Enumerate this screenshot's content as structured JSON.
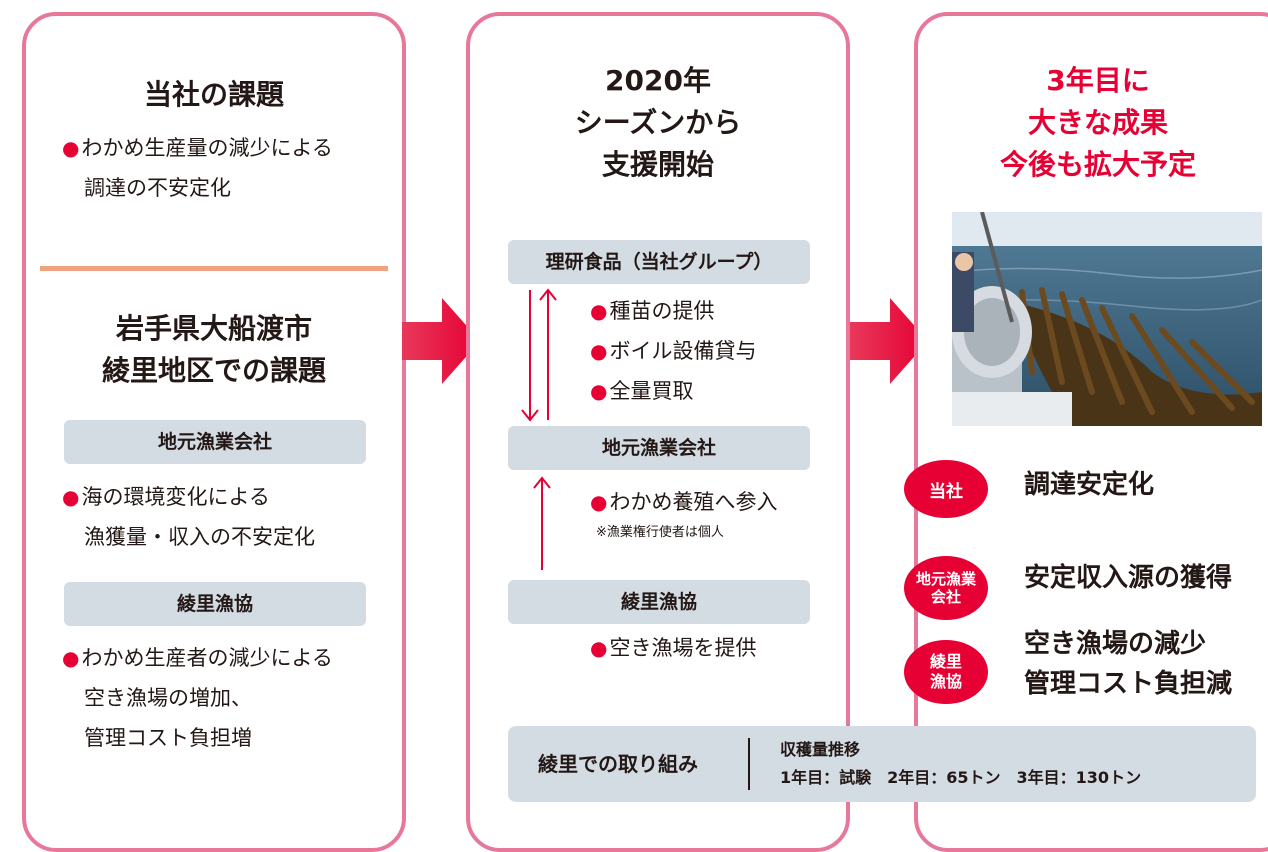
{
  "panel1": {
    "company_title": "当社の課題",
    "company_bullet_line1": "わかめ生産量の減少による",
    "company_bullet_line2": "調達の不安定化",
    "region_title_line1": "岩手県大船渡市",
    "region_title_line2": "綾里地区での課題",
    "fishery_company_label": "地元漁業会社",
    "fishery_bullet_line1": "海の環境変化による",
    "fishery_bullet_line2": "漁獲量・収入の不安定化",
    "coop_label": "綾里漁協",
    "coop_bullet_line1": "わかめ生産者の減少による",
    "coop_bullet_line2": "空き漁場の増加、",
    "coop_bullet_line3": "管理コスト負担増"
  },
  "panel2": {
    "title_line1": "2020年",
    "title_line2": "シーズンから",
    "title_line3": "支援開始",
    "group_label": "理研食品（当社グループ）",
    "group_items": [
      "種苗の提供",
      "ボイル設備貸与",
      "全量買取"
    ],
    "fishery_company_label": "地元漁業会社",
    "fishery_item": "わかめ養殖へ参入",
    "fishery_note": "※漁業権行使者は個人",
    "coop_label": "綾里漁協",
    "coop_item": "空き漁場を提供"
  },
  "panel3": {
    "title_line1": "3年目に",
    "title_line2": "大きな成果",
    "title_line3": "今後も拡大予定",
    "benefits": [
      {
        "badge_line1": "当社",
        "badge_line2": "",
        "text_line1": "調達安定化",
        "text_line2": ""
      },
      {
        "badge_line1": "地元漁業",
        "badge_line2": "会社",
        "text_line1": "安定収入源の獲得",
        "text_line2": ""
      },
      {
        "badge_line1": "綾里",
        "badge_line2": "漁協",
        "text_line1": "空き漁場の減少",
        "text_line2": "管理コスト負担減"
      }
    ]
  },
  "bottom": {
    "label": "綾里での取り組み",
    "harvest_title": "収穫量推移",
    "harvest_detail": "1年目：試験　2年目：65トン　3年目：130トン"
  },
  "colors": {
    "panel_border": "#e8789a",
    "accent_red": "#e60033",
    "gray_bar": "#d3dbe3",
    "divider": "#f0a281"
  }
}
